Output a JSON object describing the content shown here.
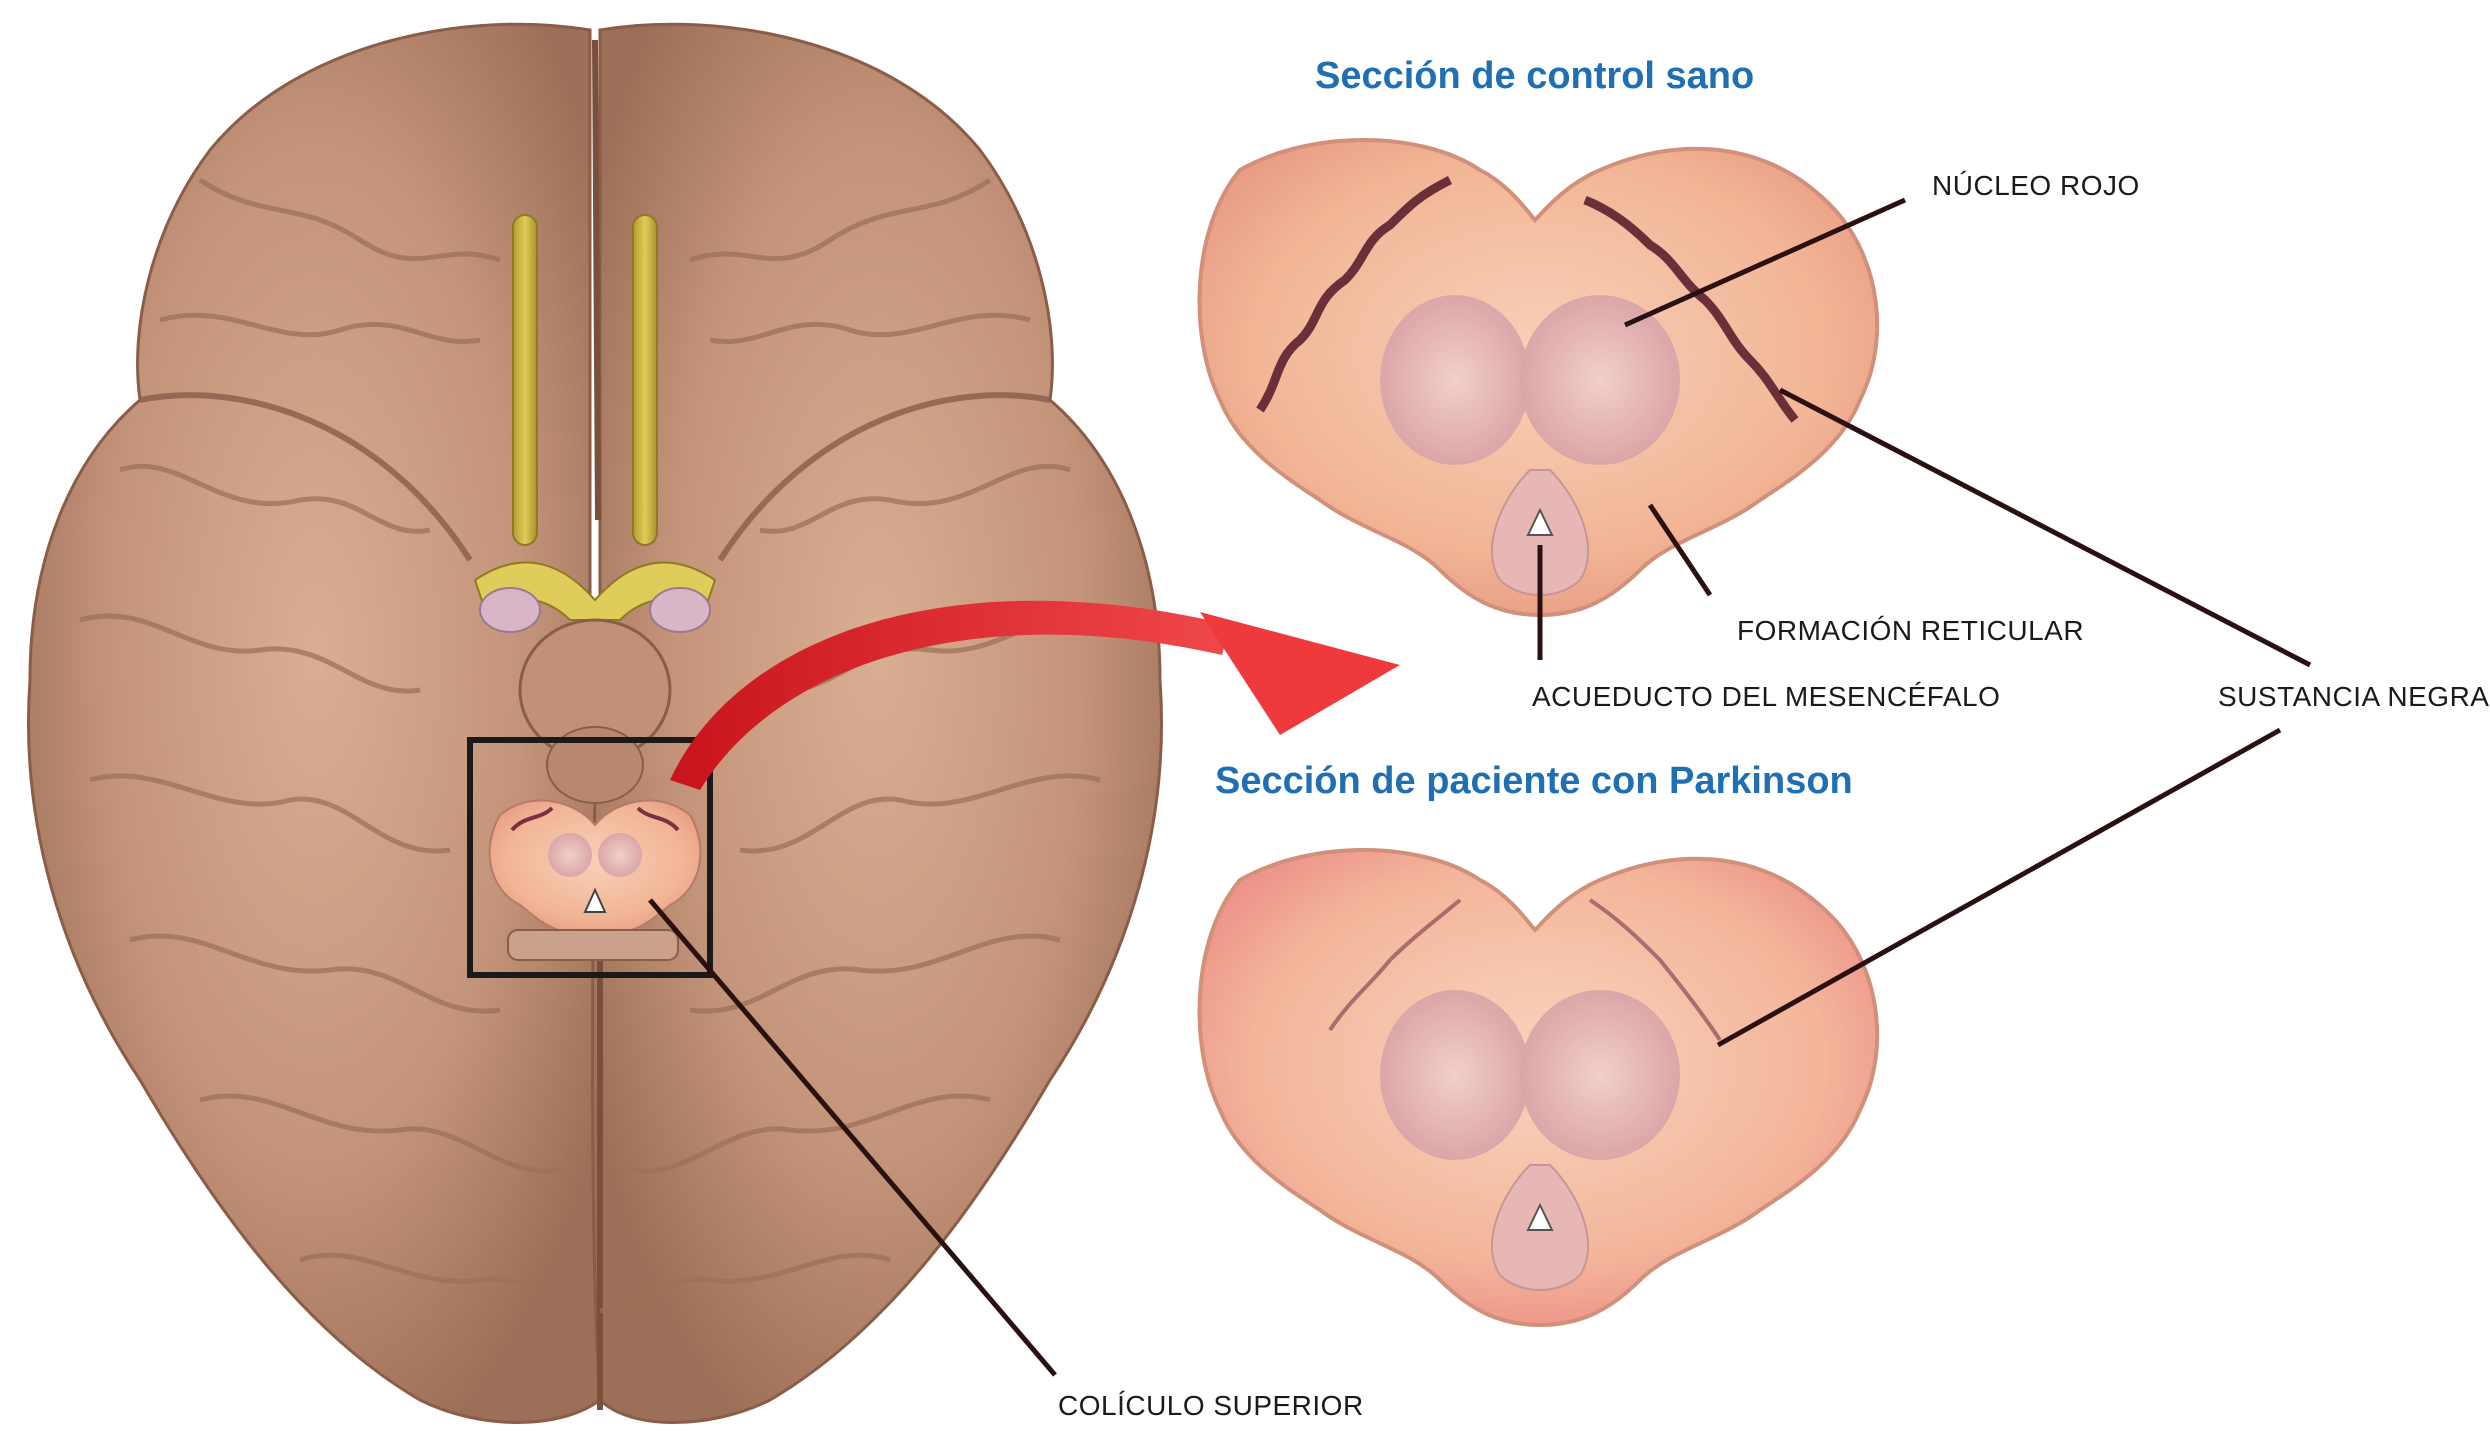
{
  "titles": {
    "healthy": "Sección de control sano",
    "parkinson": "Sección de paciente con Parkinson"
  },
  "labels": {
    "nucleo_rojo": "NÚCLEO ROJO",
    "formacion_reticular": "FORMACIÓN RETICULAR",
    "acueducto": "ACUEDUCTO DEL MESENCÉFALO",
    "sustancia_negra": "SUSTANCIA NEGRA",
    "coliculo_superior": "COLÍCULO SUPERIOR"
  },
  "colors": {
    "title_blue": "#1f6fb2",
    "brain_tan": "#c99a7c",
    "section_pink": "#f3b89c",
    "substantia_dark": "#6b2f3a",
    "arrow_red": "#e0262a",
    "leader_line": "#2a1010"
  }
}
